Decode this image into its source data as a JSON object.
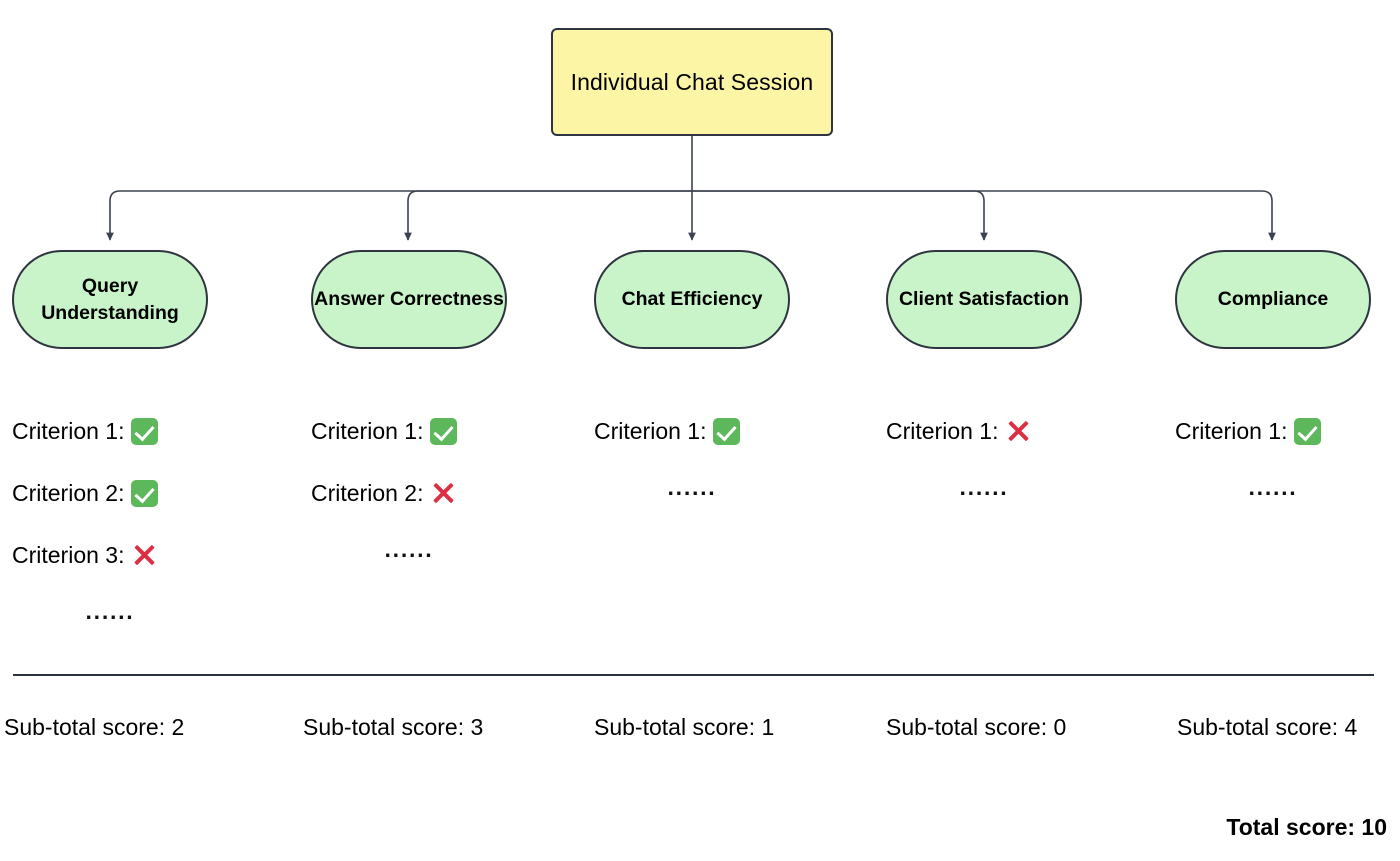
{
  "diagram": {
    "root": {
      "label": "Individual Chat Session",
      "fill_color": "#fbf5a5",
      "border_color": "#2e3440"
    },
    "node_fill_color": "#c9f4c9",
    "node_border_color": "#2e3440",
    "check_color": "#5cb85a",
    "cross_color": "#dd2e44",
    "ellipsis": "······",
    "columns": [
      {
        "name": "Query Understanding",
        "criteria": [
          {
            "label": "Criterion 1:",
            "mark": "check"
          },
          {
            "label": "Criterion 2:",
            "mark": "check"
          },
          {
            "label": "Criterion 3:",
            "mark": "cross"
          }
        ],
        "has_ellipsis": true,
        "subtotal_label": "Sub-total score: 2",
        "subtotal_value": 2
      },
      {
        "name": "Answer Correctness",
        "criteria": [
          {
            "label": "Criterion 1:",
            "mark": "check"
          },
          {
            "label": "Criterion 2:",
            "mark": "cross"
          }
        ],
        "has_ellipsis": true,
        "subtotal_label": "Sub-total score: 3",
        "subtotal_value": 3
      },
      {
        "name": "Chat Efficiency",
        "criteria": [
          {
            "label": "Criterion 1:",
            "mark": "check"
          }
        ],
        "has_ellipsis": true,
        "subtotal_label": "Sub-total score: 1",
        "subtotal_value": 1
      },
      {
        "name": "Client Satisfaction",
        "criteria": [
          {
            "label": "Criterion 1:",
            "mark": "cross"
          }
        ],
        "has_ellipsis": true,
        "subtotal_label": "Sub-total score: 0",
        "subtotal_value": 0
      },
      {
        "name": "Compliance",
        "criteria": [
          {
            "label": "Criterion 1:",
            "mark": "check"
          }
        ],
        "has_ellipsis": true,
        "subtotal_label": "Sub-total score: 4",
        "subtotal_value": 4
      }
    ],
    "total_label": "Total score: 10",
    "total_value": 10
  }
}
